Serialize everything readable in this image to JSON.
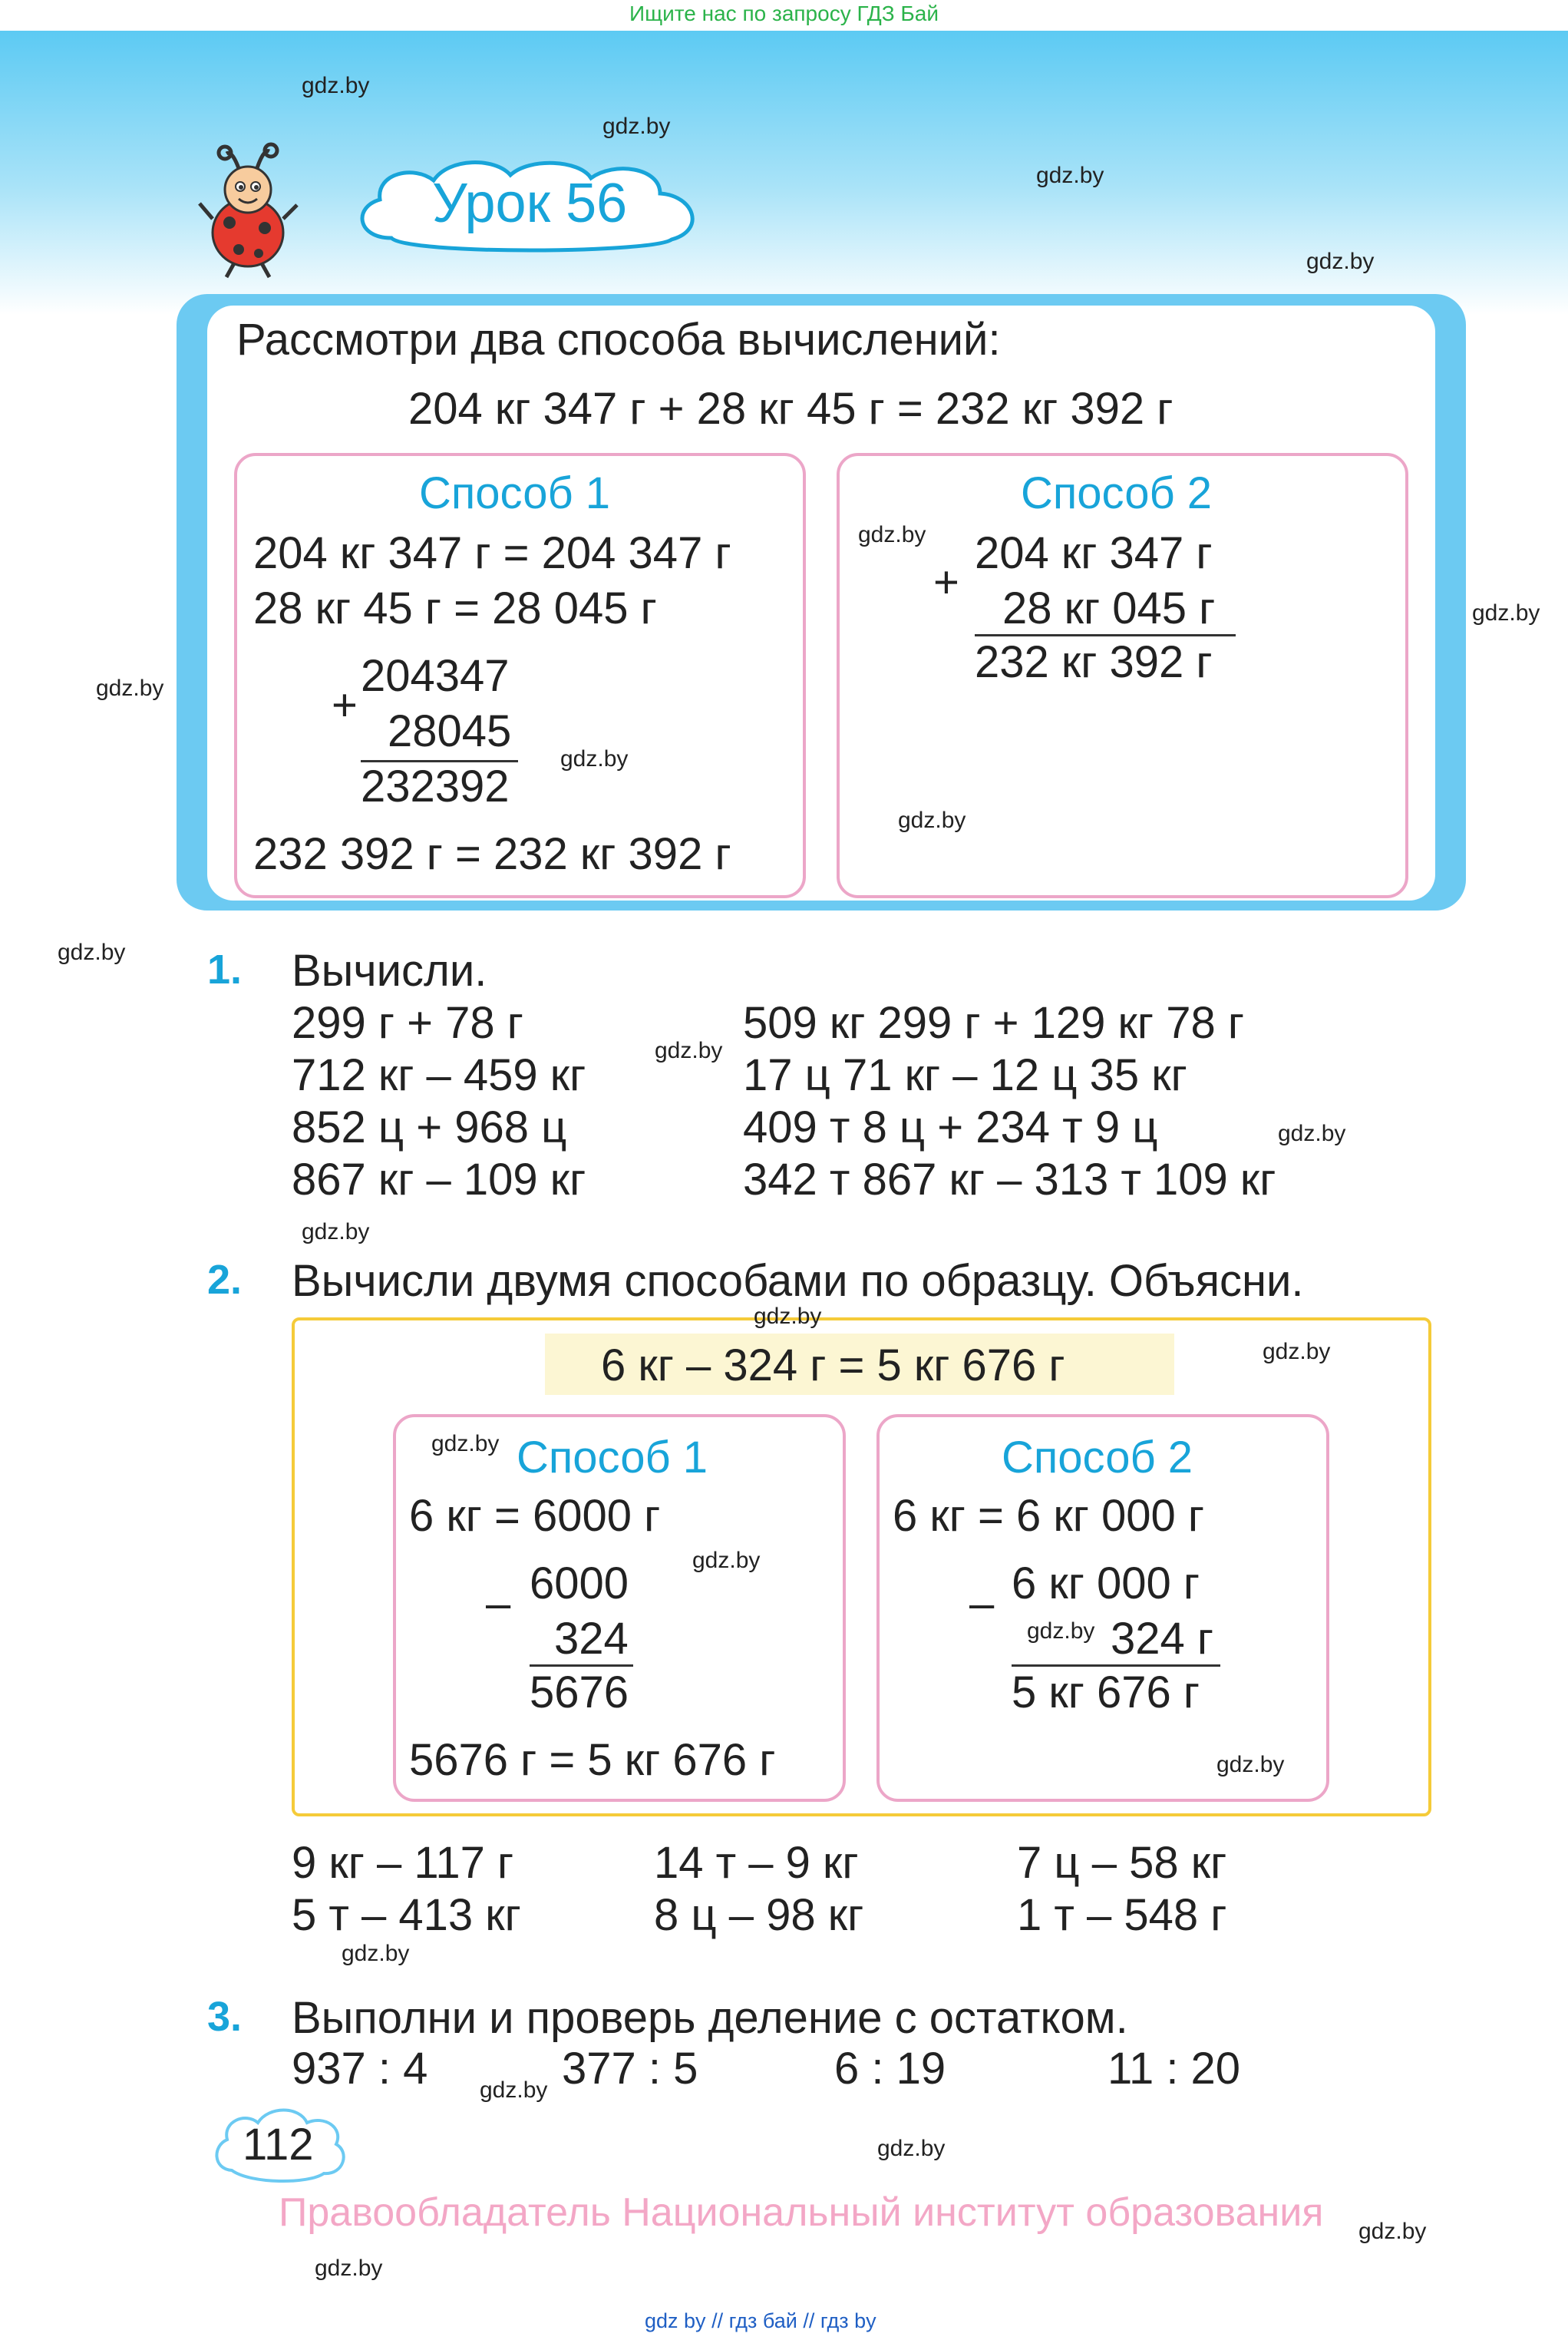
{
  "header": {
    "search_note": "Ищите нас по запросу ГДЗ Бай",
    "lesson": "Урок 56"
  },
  "watermark": "gdz.by",
  "intro": {
    "title": "Рассмотри два способа вычислений:",
    "equation": "204 кг 347 г + 28 кг 45 г = 232 кг 392 г",
    "method1": {
      "title": "Способ 1",
      "line1": "204 кг 347 г = 204 347 г",
      "line2": "28 кг 45 г = 28 045 г",
      "sign": "+",
      "op1": "204347",
      "op2": "28045",
      "res": "232392",
      "conclusion": "232 392 г = 232 кг 392 г"
    },
    "method2": {
      "title": "Способ 2",
      "sign": "+",
      "op1": "204 кг 347 г",
      "op2": "28 кг 045 г",
      "res": "232 кг 392 г"
    }
  },
  "task1": {
    "num": "1.",
    "title": "Вычисли.",
    "left": [
      "299 г + 78 г",
      "712 кг – 459 кг",
      "852 ц + 968 ц",
      "867 кг – 109 кг"
    ],
    "right": [
      "509 кг 299 г + 129 кг 78 г",
      "17 ц 71 кг – 12 ц 35 кг",
      "409 т 8 ц + 234 т 9 ц",
      "342 т 867 кг – 313 т 109 кг"
    ]
  },
  "task2": {
    "num": "2.",
    "title": "Вычисли двумя способами по образцу. Объясни.",
    "sample": "6 кг – 324 г = 5 кг 676 г",
    "method1": {
      "title": "Способ 1",
      "line1": "6 кг = 6000 г",
      "sign": "–",
      "op1": "6000",
      "op2": "324",
      "res": "5676",
      "conclusion": "5676 г = 5 кг 676 г"
    },
    "method2": {
      "title": "Способ 2",
      "line1": "6 кг = 6 кг 000 г",
      "sign": "–",
      "op1": "6 кг 000 г",
      "op2": "324 г",
      "res": "5 кг 676 г"
    },
    "exercises": [
      [
        "9 кг – 117 г",
        "5 т – 413 кг"
      ],
      [
        "14 т – 9 кг",
        "8 ц – 98 кг"
      ],
      [
        "7 ц – 58 кг",
        "1 т – 548 г"
      ]
    ]
  },
  "task3": {
    "num": "3.",
    "title": "Выполни и проверь деление с остатком.",
    "items": [
      "937 : 4",
      "377 : 5",
      "6 : 19",
      "11 : 20"
    ]
  },
  "page_number": "112",
  "rights": "Правообладатель Национальный институт образования",
  "footer": {
    "a": "gdz by",
    "b": "гдз бай",
    "c": "гдз by",
    "sep": "//"
  },
  "colors": {
    "accent": "#18a4d9",
    "frame": "#6ccaf2",
    "pink": "#eca6c8",
    "yellow": "#f5cb39",
    "rights": "#f3a7c6"
  }
}
